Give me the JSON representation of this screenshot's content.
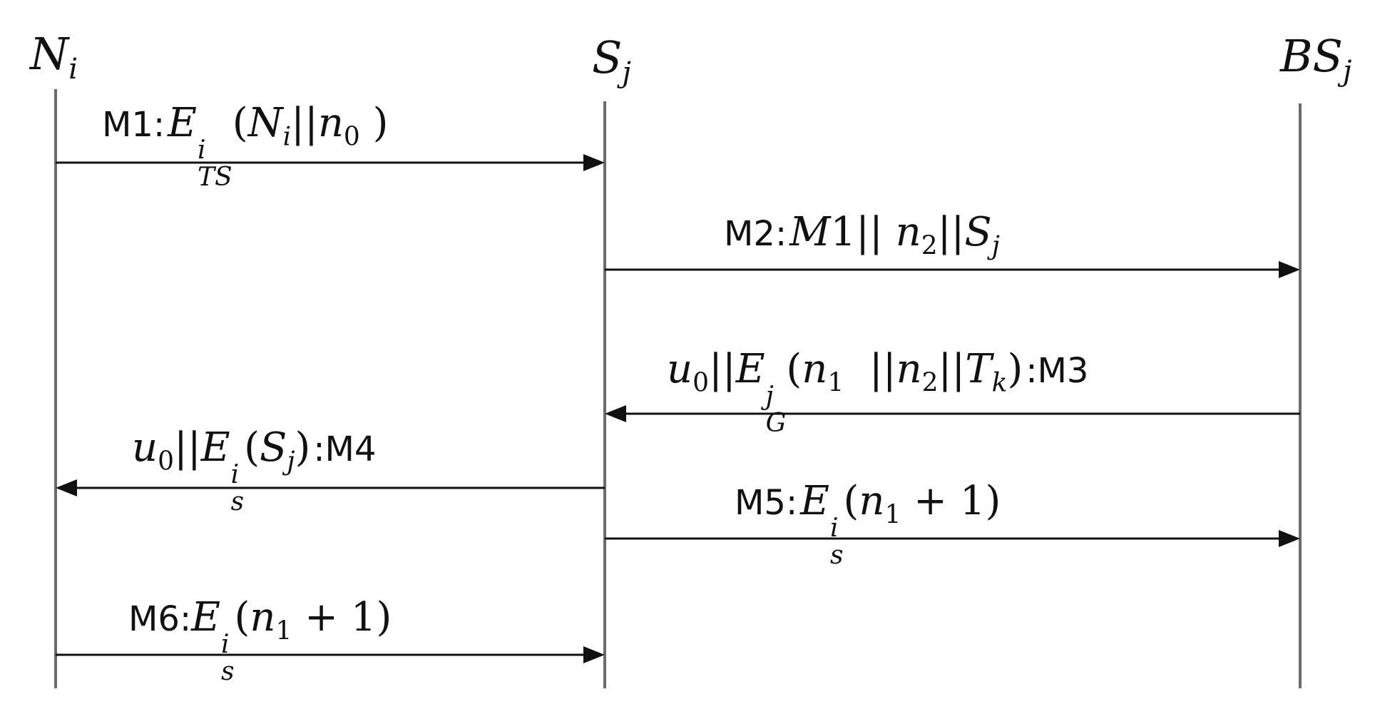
{
  "actors": {
    "ni": {
      "base": "N",
      "sub": "i"
    },
    "sj": {
      "base": "S",
      "sub": "j"
    },
    "bsj": {
      "base": "BS",
      "sub": "j"
    }
  },
  "messages": {
    "m1": {
      "tag": "M1:",
      "e_sup": "i",
      "e_sub": "TS",
      "open": "(",
      "ni_n": "N",
      "ni_sub": "i",
      "sep1": "||",
      "n": "n",
      "n_sub": "0",
      "close": " )"
    },
    "m2": {
      "tag": "M2:",
      "m": "M",
      "one": "1",
      "sep1": "|| ",
      "n": "n",
      "n_sub": "2",
      "sep2": "||",
      "s": "S",
      "s_sub": "j"
    },
    "m3": {
      "u": "u",
      "u_sub": "0",
      "sep1": "||",
      "e_sup": "j",
      "e_sub": "G",
      "open": "(",
      "n1": "n",
      "n1_sub": "1",
      "sep2": "  ||",
      "n2": "n",
      "n2_sub": "2",
      "sep3": "||",
      "t": "T",
      "t_sub": "k",
      "close": ")",
      "tag": ":M3"
    },
    "m4": {
      "u": "u",
      "u_sub": "0",
      "sep1": "||",
      "e_sup": "i",
      "e_sub": "s",
      "open": "(",
      "s": "S",
      "s_sub": "j",
      "close": ")",
      "tag": ":M4"
    },
    "m5": {
      "tag": "M5:",
      "e_sup": "i",
      "e_sub": "s",
      "open": "(",
      "n": "n",
      "n_sub": "1",
      "plus": " + 1)"
    },
    "m6": {
      "tag": "M6:",
      "e_sup": "i",
      "e_sub": "s",
      "open": "(",
      "n": "n",
      "n_sub": "1",
      "plus": " + 1)"
    }
  },
  "colors": {
    "line": "#111111",
    "lifeline": "#6b6b6b",
    "background": "#ffffff"
  }
}
